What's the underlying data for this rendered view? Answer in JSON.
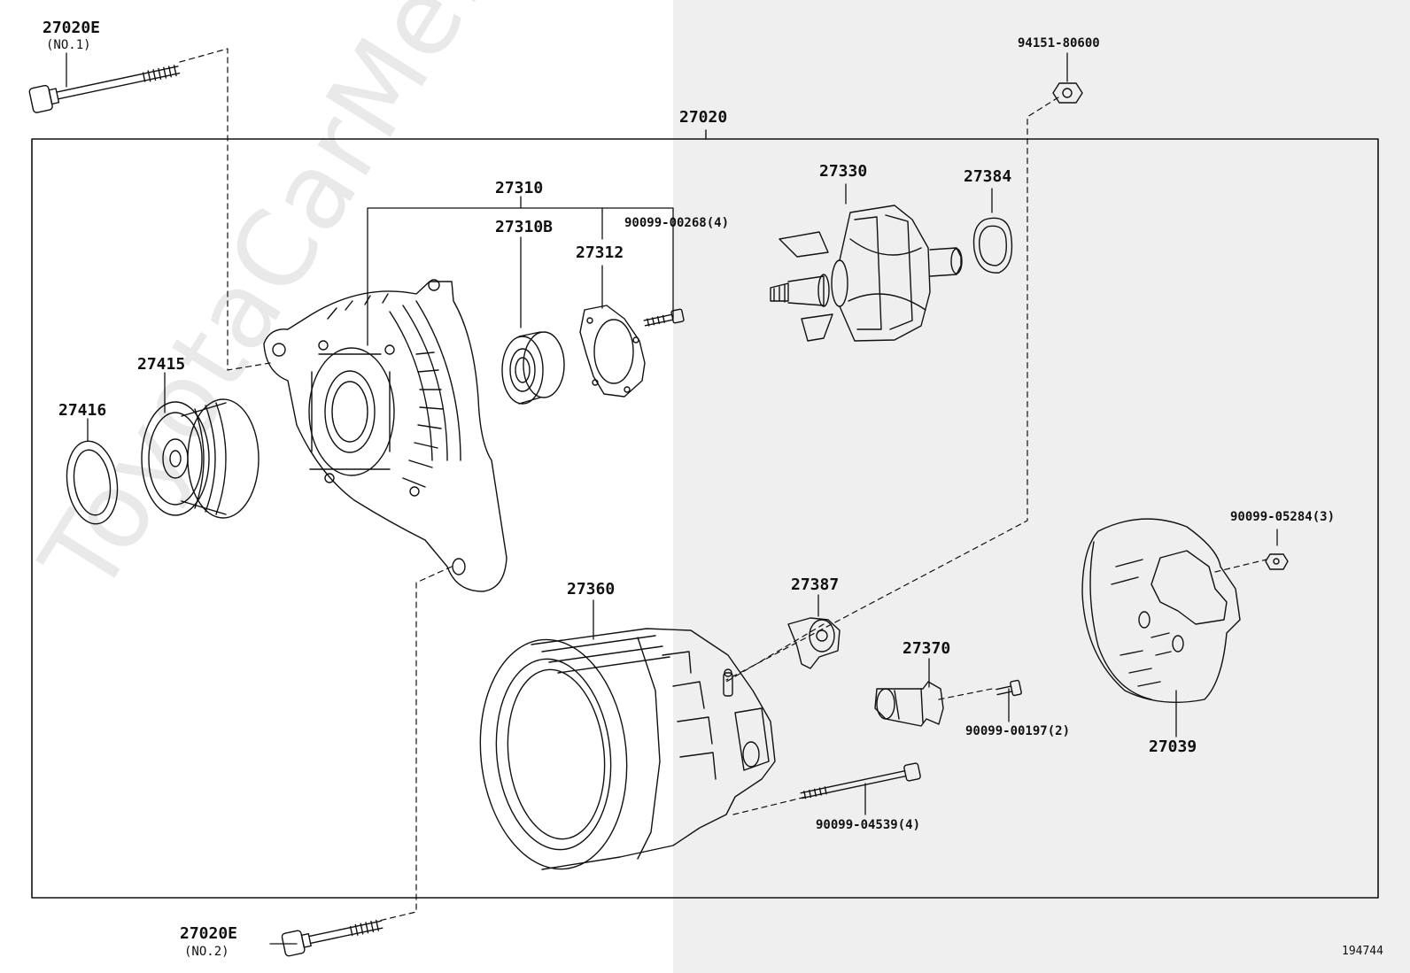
{
  "watermark": "ToyotaCarMe.ru",
  "diagram_id": "194744",
  "assembly": {
    "number": "27020"
  },
  "parts": {
    "p27020e_1": {
      "number": "27020E",
      "note": "(NO.1)"
    },
    "p27020e_2": {
      "number": "27020E",
      "note": "(NO.2)"
    },
    "p94151": {
      "number": "94151-80600"
    },
    "p27310": {
      "number": "27310"
    },
    "p27310b": {
      "number": "27310B"
    },
    "p27312": {
      "number": "27312"
    },
    "p90099_00268": {
      "number": "90099-00268(4)"
    },
    "p27330": {
      "number": "27330"
    },
    "p27384": {
      "number": "27384"
    },
    "p27415": {
      "number": "27415"
    },
    "p27416": {
      "number": "27416"
    },
    "p27360": {
      "number": "27360"
    },
    "p27387": {
      "number": "27387"
    },
    "p27370": {
      "number": "27370"
    },
    "p90099_00197": {
      "number": "90099-00197(2)"
    },
    "p90099_04539": {
      "number": "90099-04539(4)"
    },
    "p90099_05284": {
      "number": "90099-05284(3)"
    },
    "p27039": {
      "number": "27039"
    }
  }
}
